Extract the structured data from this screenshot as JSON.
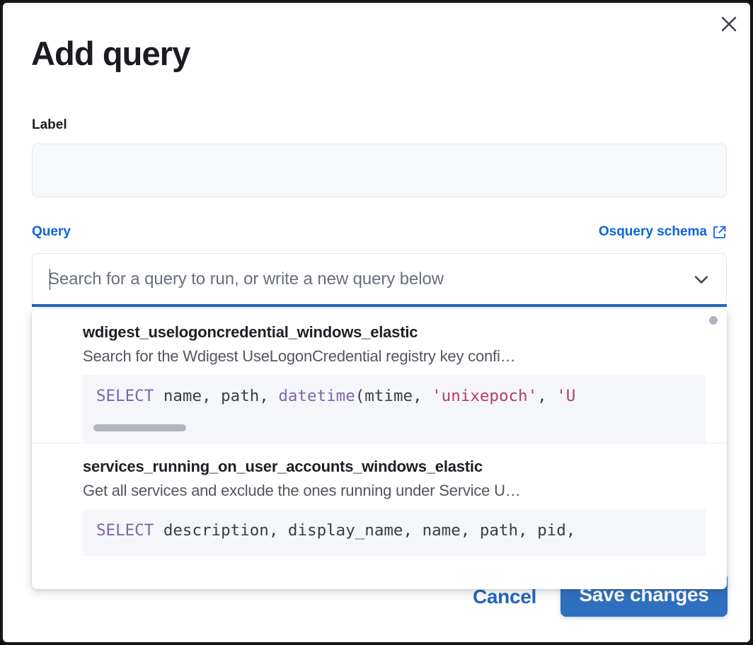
{
  "modal": {
    "title": "Add query",
    "close_icon": "close-icon"
  },
  "label_field": {
    "label": "Label",
    "value": "",
    "placeholder": ""
  },
  "query_field": {
    "label": "Query",
    "schema_link": "Osquery schema",
    "schema_link_icon": "external-link-icon",
    "combo_placeholder": "Search for a query to run, or write a new query below",
    "combo_value": "",
    "chevron_icon": "chevron-down-icon"
  },
  "dropdown": {
    "items": [
      {
        "title": "wdigest_uselogoncredential_windows_elastic",
        "description": "Search for the Wdigest UseLogonCredential registry key confi…",
        "code_tokens": [
          {
            "t": "SELECT",
            "c": "kw"
          },
          {
            "t": " name, path, ",
            "c": "pl"
          },
          {
            "t": "datetime",
            "c": "fn"
          },
          {
            "t": "(mtime, ",
            "c": "pl"
          },
          {
            "t": "'unixepoch'",
            "c": "str"
          },
          {
            "t": ", ",
            "c": "pl"
          },
          {
            "t": "'U",
            "c": "str"
          }
        ],
        "has_code_scrollbar": true
      },
      {
        "title": "services_running_on_user_accounts_windows_elastic",
        "description": "Get all services and exclude the ones running under Service U…",
        "code_tokens": [
          {
            "t": "SELECT",
            "c": "kw"
          },
          {
            "t": " description, display_name, name, path, pid,",
            "c": "pl"
          }
        ],
        "has_code_scrollbar": false
      }
    ]
  },
  "footer": {
    "cancel_label": "Cancel",
    "save_label": "Save changes"
  },
  "colors": {
    "accent_blue": "#0b64dd",
    "button_blue": "#2f6fc0",
    "focus_underline": "#2166bb",
    "sql_keyword": "#7c66ab",
    "sql_string": "#af3f64",
    "input_bg": "#f8f9fc",
    "code_bg": "#f5f6fa"
  }
}
